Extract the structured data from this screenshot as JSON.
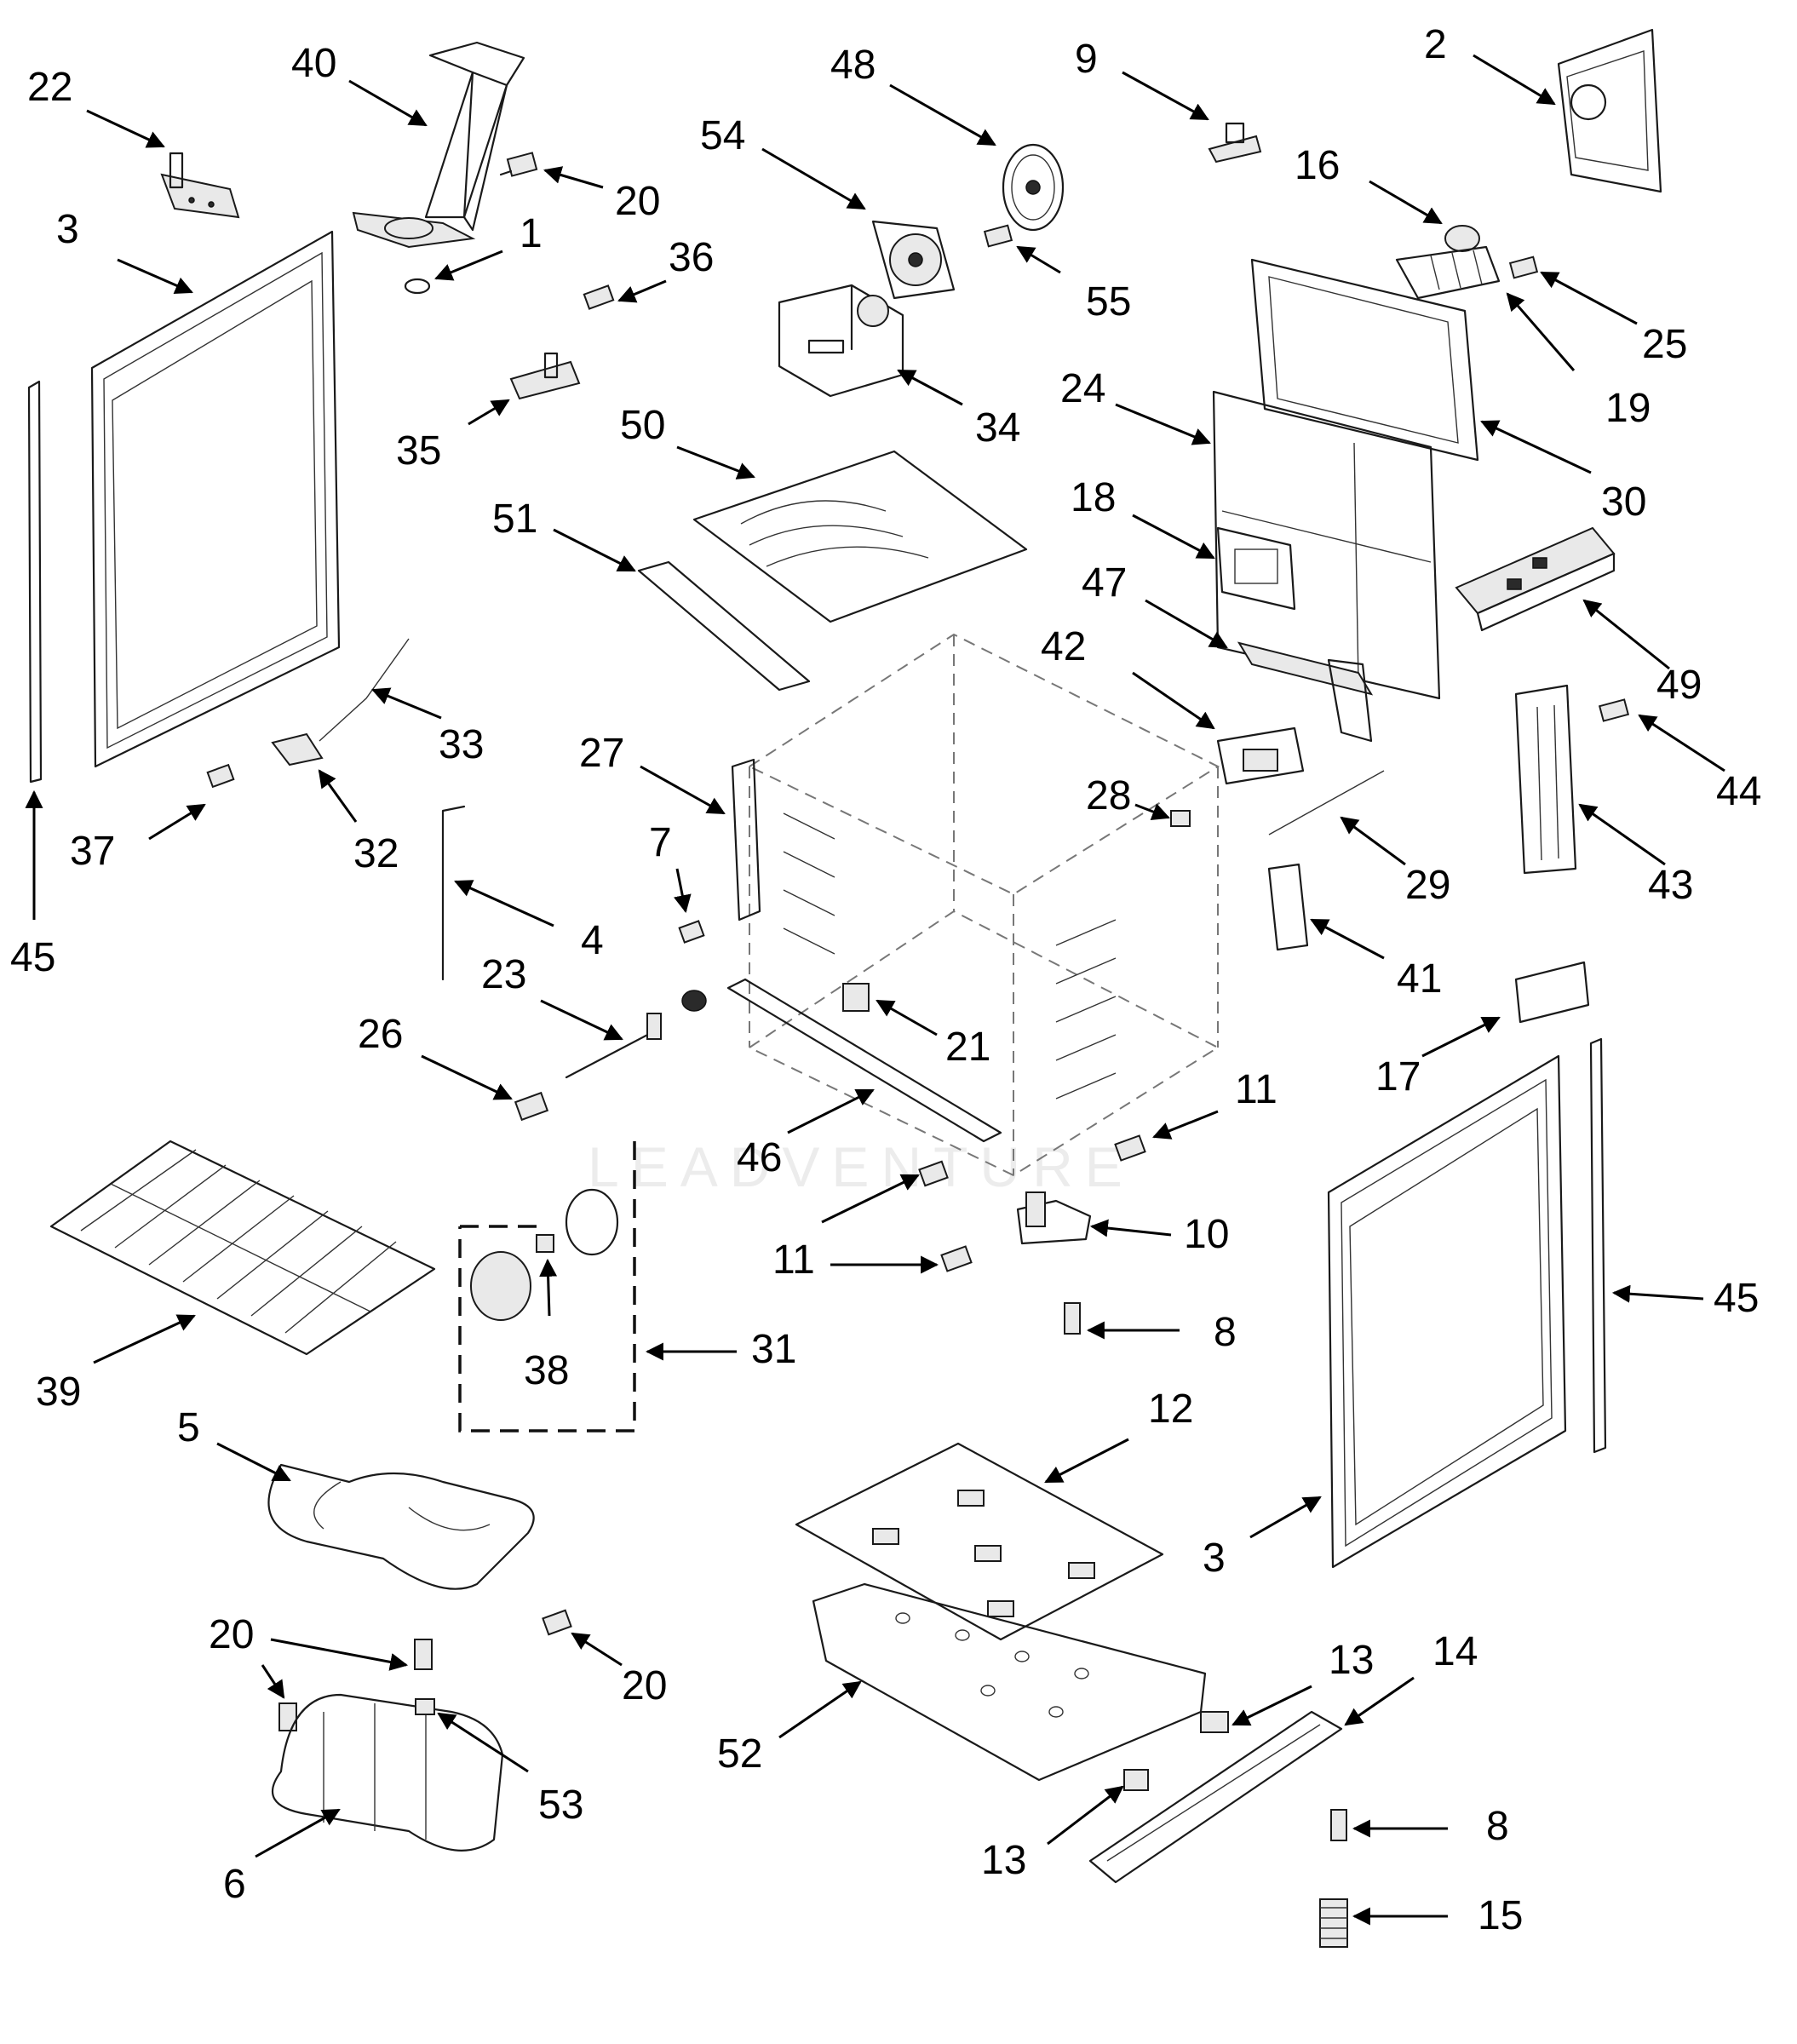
{
  "watermark": "LEADVENTURE",
  "callouts": [
    {
      "id": "lbl-22a",
      "text": "22"
    },
    {
      "id": "lbl-40",
      "text": "40"
    },
    {
      "id": "lbl-20a",
      "text": "20"
    },
    {
      "id": "lbl-1",
      "text": "1"
    },
    {
      "id": "lbl-3a",
      "text": "3"
    },
    {
      "id": "lbl-36",
      "text": "36"
    },
    {
      "id": "lbl-35",
      "text": "35"
    },
    {
      "id": "lbl-48",
      "text": "48"
    },
    {
      "id": "lbl-54",
      "text": "54"
    },
    {
      "id": "lbl-55",
      "text": "55"
    },
    {
      "id": "lbl-34",
      "text": "34"
    },
    {
      "id": "lbl-9",
      "text": "9"
    },
    {
      "id": "lbl-2",
      "text": "2"
    },
    {
      "id": "lbl-16",
      "text": "16"
    },
    {
      "id": "lbl-25",
      "text": "25"
    },
    {
      "id": "lbl-19",
      "text": "19"
    },
    {
      "id": "lbl-24",
      "text": "24"
    },
    {
      "id": "lbl-30",
      "text": "30"
    },
    {
      "id": "lbl-50",
      "text": "50"
    },
    {
      "id": "lbl-51",
      "text": "51"
    },
    {
      "id": "lbl-18",
      "text": "18"
    },
    {
      "id": "lbl-47",
      "text": "47"
    },
    {
      "id": "lbl-49",
      "text": "49"
    },
    {
      "id": "lbl-42",
      "text": "42"
    },
    {
      "id": "lbl-44",
      "text": "44"
    },
    {
      "id": "lbl-43",
      "text": "43"
    },
    {
      "id": "lbl-33",
      "text": "33"
    },
    {
      "id": "lbl-27",
      "text": "27"
    },
    {
      "id": "lbl-28",
      "text": "28"
    },
    {
      "id": "lbl-29",
      "text": "29"
    },
    {
      "id": "lbl-37",
      "text": "37"
    },
    {
      "id": "lbl-32",
      "text": "32"
    },
    {
      "id": "lbl-7",
      "text": "7"
    },
    {
      "id": "lbl-45a",
      "text": "45"
    },
    {
      "id": "lbl-4",
      "text": "4"
    },
    {
      "id": "lbl-41",
      "text": "41"
    },
    {
      "id": "lbl-23",
      "text": "23"
    },
    {
      "id": "lbl-26",
      "text": "26"
    },
    {
      "id": "lbl-21",
      "text": "21"
    },
    {
      "id": "lbl-17",
      "text": "17"
    },
    {
      "id": "lbl-11a",
      "text": "11"
    },
    {
      "id": "lbl-46",
      "text": "46"
    },
    {
      "id": "lbl-10",
      "text": "10"
    },
    {
      "id": "lbl-11b",
      "text": "11"
    },
    {
      "id": "lbl-8a",
      "text": "8"
    },
    {
      "id": "lbl-45b",
      "text": "45"
    },
    {
      "id": "lbl-31",
      "text": "31"
    },
    {
      "id": "lbl-38",
      "text": "38"
    },
    {
      "id": "lbl-39",
      "text": "39"
    },
    {
      "id": "lbl-5",
      "text": "5"
    },
    {
      "id": "lbl-12",
      "text": "12"
    },
    {
      "id": "lbl-3b",
      "text": "3"
    },
    {
      "id": "lbl-20b",
      "text": "20"
    },
    {
      "id": "lbl-20c",
      "text": "20"
    },
    {
      "id": "lbl-13a",
      "text": "13"
    },
    {
      "id": "lbl-14",
      "text": "14"
    },
    {
      "id": "lbl-53",
      "text": "53"
    },
    {
      "id": "lbl-52",
      "text": "52"
    },
    {
      "id": "lbl-8b",
      "text": "8"
    },
    {
      "id": "lbl-13b",
      "text": "13"
    },
    {
      "id": "lbl-6",
      "text": "6"
    },
    {
      "id": "lbl-15",
      "text": "15"
    }
  ]
}
